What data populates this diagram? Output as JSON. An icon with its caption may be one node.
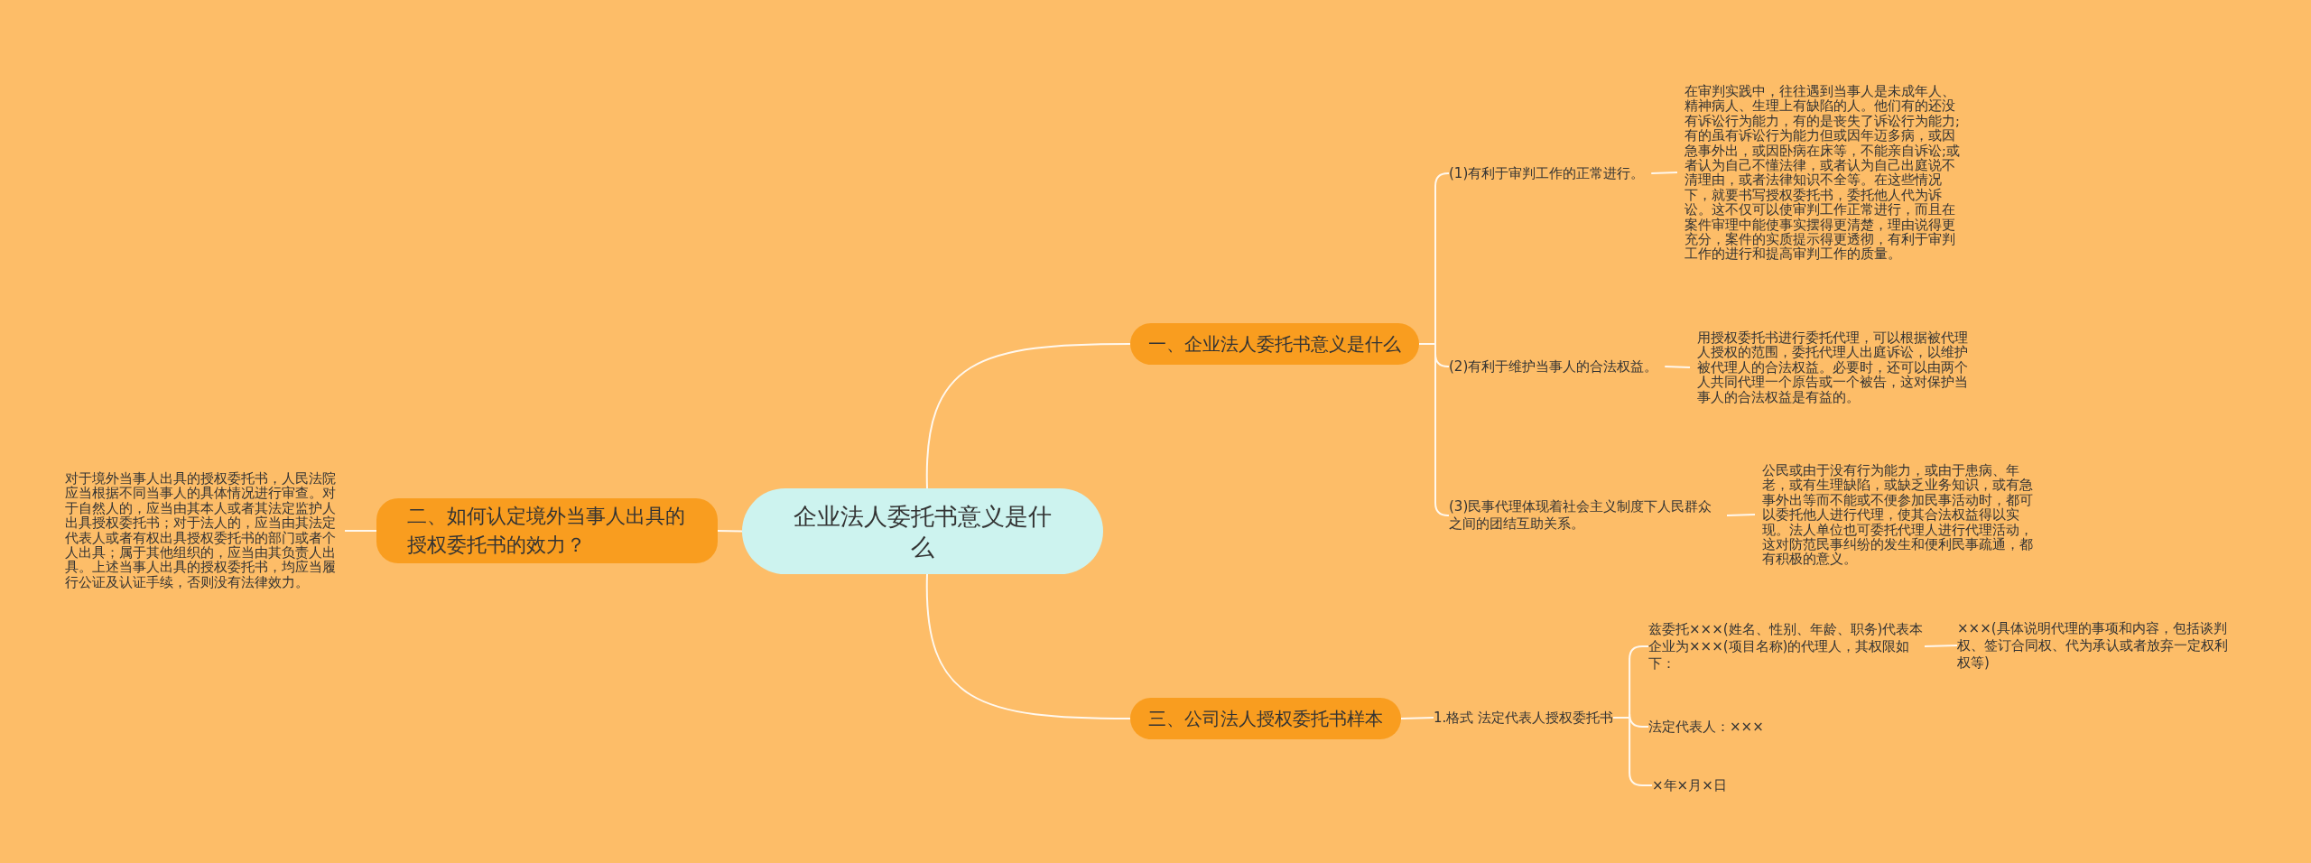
{
  "diagram": {
    "nodes": [
      {
        "text": [
          "企业法人委托书意义是什么"
        ]
      },
      {
        "text": [
          "一、企业法人委托书意义是什么"
        ]
      },
      {
        "text": [
          "(1)有利于审判工作的正常进行。"
        ]
      },
      {
        "text": [
          "在审判实践中，往往遇到当事人是未成年人、精神病人、生理上有缺陷的人。他们有的还没有诉讼行为能力，有的是丧失了诉讼行为能力;有的虽有诉讼行为能力但或因年迈多病，或因急事外出，或因卧病在床等，不能亲自诉讼;或者认为自己不懂法律，或者认为自己出庭说不清理由，或者法律知识不全等。在这些情况下，就要书写授权委托书，委托他人代为诉讼。这不仅可以使审判工作正常进行，而且在案件审理中能使事实摆得更清楚，理由说得更充分，案件的实质提示得更透彻，有利于审判工作的进行和提高审判工作的质量。"
        ]
      },
      {
        "text": [
          "(2)有利于维护当事人的合法权益。"
        ]
      },
      {
        "text": [
          "用授权委托书进行委托代理，可以根据被代理人授权的范围，委托代理人出庭诉讼，以维护被代理人的合法权益。必要时，还可以由两个人共同代理一个原告或一个被告，这对保护当事人的合法权益是有益的。"
        ]
      },
      {
        "text": [
          "(3)民事代理体现着社会主义制度下人民群众之间的团结互助关系。"
        ]
      },
      {
        "text": [
          "公民或由于没有行为能力，或由于患病、年老，或有生理缺陷，或缺乏业务知识，或有急事外出等而不能或不便参加民事活动时，都可以委托他人进行代理，使其合法权益得以实现。法人单位也可委托代理人进行代理活动，这对防范民事纠纷的发生和便利民事疏通，都有积极的意义。"
        ]
      },
      {
        "text": [
          "三、公司法人授权委托书样本"
        ]
      },
      {
        "text": [
          "1.格式 法定代表人授权委托书"
        ]
      },
      {
        "text": [
          "兹委托×××(姓名、性别、年龄、职务)代表本企业为×××(项目名称)的代理人，其权限如下："
        ]
      },
      {
        "text": [
          "×××(具体说明代理的事项和内容，包括谈判权、签订合同权、代为承认或者放弃一定权利权等)"
        ]
      },
      {
        "text": [
          "法定代表人：×××"
        ]
      },
      {
        "text": [
          "×年×月×日"
        ]
      },
      {
        "text": [
          "二、如何认定境外当事人出具的授权委托书的效力？"
        ]
      },
      {
        "text": [
          "对于境外当事人出具的授权委托书，人民法院应当根据不同当事人的具体情况进行审查。对于自然人的，应当由其本人或者其法定监护人出具授权委托书；对于法人的，应当由其法定代表人或者有权出具授权委托书的部门或者个人出具；属于其他组织的，应当由其负责人出具。上述当事人出具的授权委托书，均应当履行公证及认证手续，否则没有法律效力。"
        ]
      }
    ],
    "edges": [
      {
        "from": 0,
        "to": 1,
        "arrow": "none"
      },
      {
        "from": 0,
        "to": 8,
        "arrow": "none"
      },
      {
        "from": 0,
        "to": 14,
        "arrow": "none"
      },
      {
        "from": 1,
        "to": 2,
        "arrow": "none"
      },
      {
        "from": 1,
        "to": 4,
        "arrow": "none"
      },
      {
        "from": 1,
        "to": 6,
        "arrow": "none"
      },
      {
        "from": 2,
        "to": 3,
        "arrow": "none"
      },
      {
        "from": 4,
        "to": 5,
        "arrow": "none"
      },
      {
        "from": 6,
        "to": 7,
        "arrow": "none"
      },
      {
        "from": 8,
        "to": 9,
        "arrow": "none"
      },
      {
        "from": 9,
        "to": 10,
        "arrow": "none"
      },
      {
        "from": 9,
        "to": 12,
        "arrow": "none"
      },
      {
        "from": 9,
        "to": 13,
        "arrow": "none"
      },
      {
        "from": 10,
        "to": 11,
        "arrow": "none"
      },
      {
        "from": 14,
        "to": 15,
        "arrow": "none"
      }
    ]
  }
}
